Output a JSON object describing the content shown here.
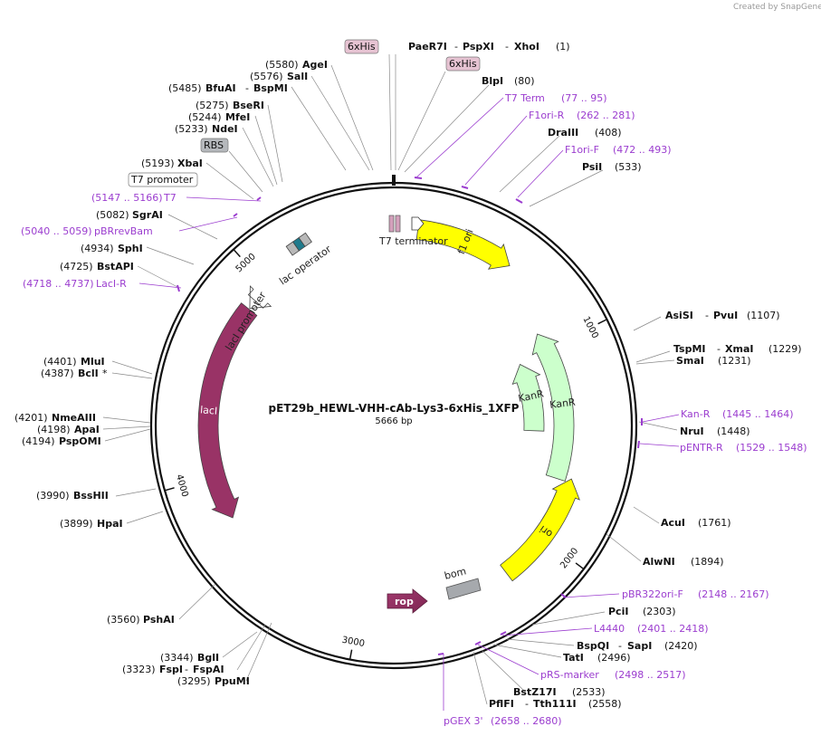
{
  "credit": "Created by SnapGene",
  "plasmid": {
    "name": "pET29b_HEWL-VHH-cAb-Lys3-6xHis_1XFP",
    "length": "5666 bp",
    "total_bp": 5666
  },
  "ticks": [
    "1000",
    "2000",
    "3000",
    "4000",
    "5000"
  ],
  "features": [
    {
      "name": "f1 ori",
      "start": 110,
      "end": 566,
      "dir": 1,
      "color": "#ffff00",
      "r": 218
    },
    {
      "name": "KanR",
      "start": 905,
      "end": 1700,
      "dir": -1,
      "color": "#ccffcc",
      "r": 188
    },
    {
      "name": "KanR",
      "start": 1010,
      "end": 1450,
      "dir": -1,
      "color": "#ccffcc",
      "r": 155
    },
    {
      "name": "ori",
      "start": 1680,
      "end": 2245,
      "dir": -1,
      "color": "#ffff00",
      "r": 205
    },
    {
      "name": "lacI",
      "start": 3780,
      "end": 4860,
      "dir": -1,
      "color": "#993366",
      "r": 205
    },
    {
      "name": "lacI promoter",
      "start": 4865,
      "end": 4910,
      "dir": -1,
      "color": "#ffffff",
      "r": 205
    }
  ],
  "feature_labels": {
    "t7_terminator": "T7 terminator",
    "lac_operator": "lac operator",
    "lacI_promoter": "lacI promoter",
    "bom": "bom",
    "rop": "rop"
  },
  "boxes": {
    "his1": "6xHis",
    "his2": "6xHis",
    "rbs": "RBS",
    "t7_promoter": "T7 promoter"
  },
  "sites": [
    {
      "name": "PaeR7I",
      "pos": "",
      "suffix": ""
    },
    {
      "name": "PspXI",
      "pos": "",
      "suffix": ""
    },
    {
      "name": "XhoI",
      "pos": "(1)",
      "suffix": ""
    },
    {
      "name": "BlpI",
      "pos": "(80)",
      "suffix": ""
    },
    {
      "name": "DraIII",
      "pos": "(408)",
      "suffix": ""
    },
    {
      "name": "PsiI",
      "pos": "(533)",
      "suffix": ""
    },
    {
      "name": "AsiSI",
      "pos": "",
      "suffix": ""
    },
    {
      "name": "PvuI",
      "pos": "(1107)",
      "suffix": ""
    },
    {
      "name": "TspMI",
      "pos": "",
      "suffix": ""
    },
    {
      "name": "XmaI",
      "pos": "(1229)",
      "suffix": ""
    },
    {
      "name": "SmaI",
      "pos": "(1231)",
      "suffix": ""
    },
    {
      "name": "NruI",
      "pos": "(1448)",
      "suffix": ""
    },
    {
      "name": "AcuI",
      "pos": "(1761)",
      "suffix": ""
    },
    {
      "name": "AlwNI",
      "pos": "(1894)",
      "suffix": ""
    },
    {
      "name": "PciI",
      "pos": "(2303)",
      "suffix": ""
    },
    {
      "name": "BspQI",
      "pos": "",
      "suffix": ""
    },
    {
      "name": "SapI",
      "pos": "(2420)",
      "suffix": ""
    },
    {
      "name": "TatI",
      "pos": "(2496)",
      "suffix": ""
    },
    {
      "name": "BstZ17I",
      "pos": "(2533)",
      "suffix": ""
    },
    {
      "name": "PflFI",
      "pos": "",
      "suffix": ""
    },
    {
      "name": "Tth111I",
      "pos": "(2558)",
      "suffix": ""
    },
    {
      "name": "PpuMI",
      "pos": "(3295)",
      "suffix": ""
    },
    {
      "name": "FspI",
      "pos": "(3323)",
      "suffix": ""
    },
    {
      "name": "FspAI",
      "pos": "",
      "suffix": ""
    },
    {
      "name": "BglI",
      "pos": "(3344)",
      "suffix": ""
    },
    {
      "name": "PshAI",
      "pos": "(3560)",
      "suffix": ""
    },
    {
      "name": "HpaI",
      "pos": "(3899)",
      "suffix": ""
    },
    {
      "name": "BssHII",
      "pos": "(3990)",
      "suffix": ""
    },
    {
      "name": "PspOMI",
      "pos": "(4194)",
      "suffix": ""
    },
    {
      "name": "ApaI",
      "pos": "(4198)",
      "suffix": ""
    },
    {
      "name": "NmeAIII",
      "pos": "(4201)",
      "suffix": ""
    },
    {
      "name": "BclI",
      "pos": "(4387)",
      "suffix": " *"
    },
    {
      "name": "MluI",
      "pos": "(4401)",
      "suffix": ""
    },
    {
      "name": "BstAPI",
      "pos": "(4725)",
      "suffix": ""
    },
    {
      "name": "SphI",
      "pos": "(4934)",
      "suffix": ""
    },
    {
      "name": "SgrAI",
      "pos": "(5082)",
      "suffix": ""
    },
    {
      "name": "XbaI",
      "pos": "(5193)",
      "suffix": ""
    },
    {
      "name": "NdeI",
      "pos": "(5233)",
      "suffix": ""
    },
    {
      "name": "MfeI",
      "pos": "(5244)",
      "suffix": ""
    },
    {
      "name": "BseRI",
      "pos": "(5275)",
      "suffix": ""
    },
    {
      "name": "BfuAI",
      "pos": "(5485)",
      "suffix": ""
    },
    {
      "name": "BspMI",
      "pos": "",
      "suffix": ""
    },
    {
      "name": "SalI",
      "pos": "(5576)",
      "suffix": ""
    },
    {
      "name": "AgeI",
      "pos": "(5580)",
      "suffix": ""
    }
  ],
  "primers": [
    {
      "name": "T7 Term",
      "range": "(77 .. 95)"
    },
    {
      "name": "F1ori-R",
      "range": "(262 .. 281)"
    },
    {
      "name": "F1ori-F",
      "range": "(472 .. 493)"
    },
    {
      "name": "Kan-R",
      "range": "(1445 .. 1464)"
    },
    {
      "name": "pENTR-R",
      "range": "(1529 .. 1548)"
    },
    {
      "name": "pBR322ori-F",
      "range": "(2148 .. 2167)"
    },
    {
      "name": "L4440",
      "range": "(2401 .. 2418)"
    },
    {
      "name": "pRS-marker",
      "range": "(2498 .. 2517)"
    },
    {
      "name": "pGEX 3'",
      "range": "(2658 .. 2680)"
    },
    {
      "name": "LacI-R",
      "range": "(4718 .. 4737)"
    },
    {
      "name": "pBRrevBam",
      "range": "(5040 .. 5059)"
    },
    {
      "name": "T7",
      "range": "(5147 .. 5166)"
    }
  ]
}
